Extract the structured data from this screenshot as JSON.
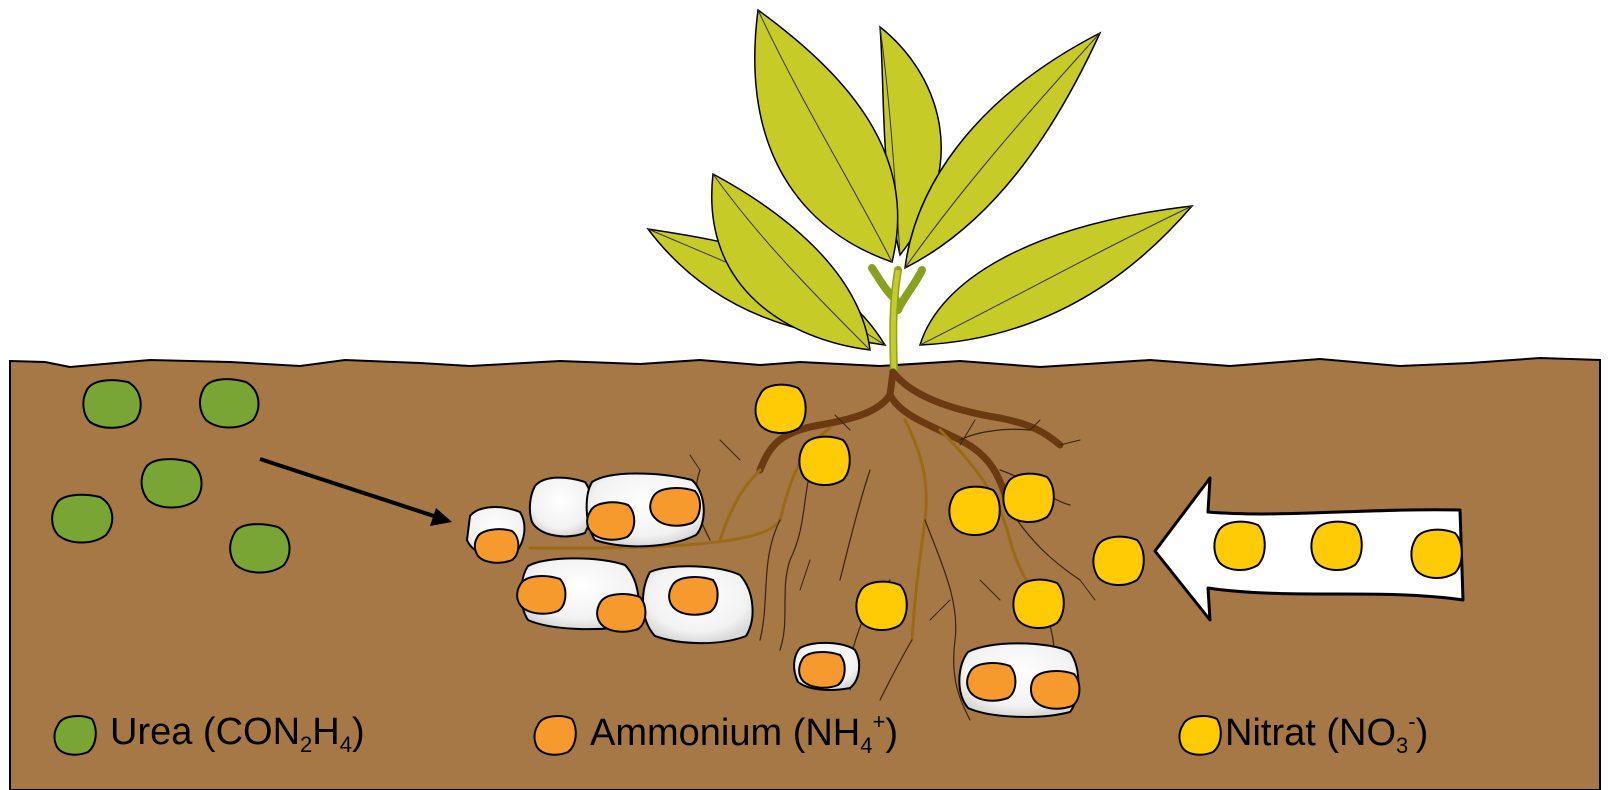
{
  "legend": {
    "urea": {
      "prefix": "Urea (CON",
      "sub1": "2",
      "mid": "H",
      "sub2": "4",
      "suffix": ")",
      "color": "#79a534"
    },
    "ammonium": {
      "prefix": "Ammonium (NH",
      "sub": "4",
      "sup": "+",
      "suffix": ")",
      "color": "#f69a2d"
    },
    "nitrat": {
      "prefix": "Nitrat (NO",
      "sub": "3",
      "sup": "-",
      "suffix": ")",
      "color": "#ffcb05"
    }
  },
  "colors": {
    "soil": "#a57846",
    "leaf": "#c7cb28",
    "root": "#6b3a10",
    "root_fine": "#9a6a18",
    "clump": "#ffffff"
  }
}
